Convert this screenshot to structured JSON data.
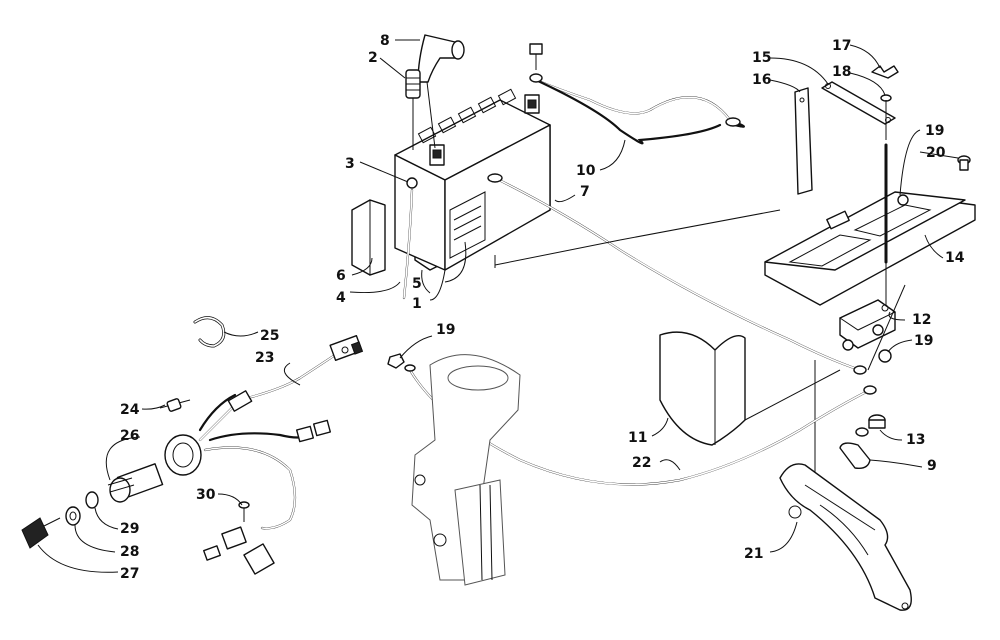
{
  "callouts": {
    "n1": "1",
    "n2": "2",
    "n3": "3",
    "n4": "4",
    "n5": "5",
    "n6": "6",
    "n7": "7",
    "n8": "8",
    "n9": "9",
    "n10": "10",
    "n11": "11",
    "n12": "12",
    "n13": "13",
    "n14": "14",
    "n15": "15",
    "n16": "16",
    "n17": "17",
    "n18": "18",
    "n19a": "19",
    "n19b": "19",
    "n19c": "19",
    "n20": "20",
    "n21": "21",
    "n22": "22",
    "n23": "23",
    "n24": "24",
    "n25": "25",
    "n26": "26",
    "n27": "27",
    "n28": "28",
    "n29": "29",
    "n30": "30"
  }
}
